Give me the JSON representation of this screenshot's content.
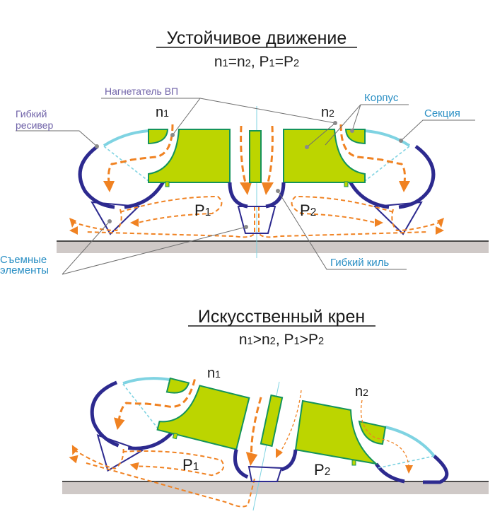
{
  "top": {
    "title": "Устойчивое движение",
    "formula": "n1=n2, P1=P2",
    "n1": "n1",
    "n2": "n2",
    "p1": "P1",
    "p2": "P2",
    "labels": {
      "blower": "Нагнетатель ВП",
      "receiver_line1": "Гибкий",
      "receiver_line2": "ресивер",
      "hull": "Корпус",
      "section": "Секция",
      "removable_line1": "Съемные",
      "removable_line2": "элементы",
      "keel": "Гибкий киль"
    }
  },
  "bottom": {
    "title": "Искусственный крен",
    "formula": "n1>n2, P1>P2",
    "n1": "n1",
    "n2": "n2",
    "p1": "P1",
    "p2": "P2"
  },
  "colors": {
    "hull_fill": "#bcd500",
    "hull_stroke": "#14935a",
    "skirt": "#2d2a8f",
    "section": "#7fd3e2",
    "airflow": "#f08222",
    "ground": "#cfc9c7",
    "label_purple": "#6f62a8",
    "label_blue": "#2a8fc4"
  }
}
